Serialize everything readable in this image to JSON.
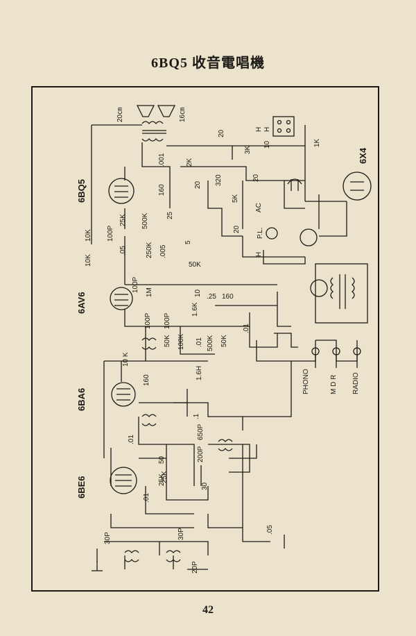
{
  "page": {
    "title": "6BQ5 收音電唱機",
    "number": "42"
  },
  "tubes": {
    "output": "6BQ5",
    "rectifier": "6X4",
    "audio": "6AV6",
    "if_amp": "6BA6",
    "converter": "6BE6"
  },
  "speakers": {
    "large": "20㎝",
    "small": "16㎝"
  },
  "connectors": {
    "phono": "PHONO",
    "mdr": "M D R",
    "radio": "RADIO"
  },
  "labels": {
    "ac": "AC",
    "pl": "P.L.",
    "h1": "H",
    "h2": "H",
    "h3": "H",
    "c_20_top": "20",
    "r_3k": "3K",
    "c_10": "10",
    "r_1k": "1K",
    "r_2k": "2K",
    "c_001": ".001",
    "c_20_b": "20",
    "r_320": "320",
    "c_20_c": "20",
    "r_5k": "5K",
    "c_20_d": "20",
    "r_160_a": "160",
    "c_25": "25",
    "r_25k_a": "25K",
    "r_500k_a": "500K",
    "c_100p_a": "100P",
    "r_10k_a": "10K",
    "r_10k_b": "10K",
    "c_05_a": ".05",
    "r_250k": "250K",
    "c_005": ".005",
    "c_5": "5",
    "r_50k_a": "50K",
    "c_100p_b": "100P",
    "r_1m": "1M",
    "c_10_b": "10",
    "r_160_b": "160",
    "c_25_b": ".25",
    "c_100p_c": "100P",
    "c_100p_d": "100P",
    "r_16k": "1.6K",
    "r_50k_b": "50K",
    "r_100k": "100K",
    "c_01_a": ".01",
    "r_500k_b": "500K",
    "r_50k_c": "50K",
    "c_01_b": ".01",
    "r_10k_c": "10 K",
    "r_16h": "1.6H",
    "r_160_c": "160",
    "c_1": ".1",
    "c_650p": "650P",
    "c_01_c": ".01",
    "r_50": "50",
    "c_200p": "200P",
    "r_25k_b": "25K",
    "c_01_d": ".01",
    "c_30": "30",
    "c_30p_a": "30P",
    "c_30p_b": "30P",
    "c_05_b": ".05",
    "c_20p": "20P",
    "r_25k_c": "25K"
  },
  "colors": {
    "paper": "#ece3cc",
    "ink": "#1c1a16"
  }
}
